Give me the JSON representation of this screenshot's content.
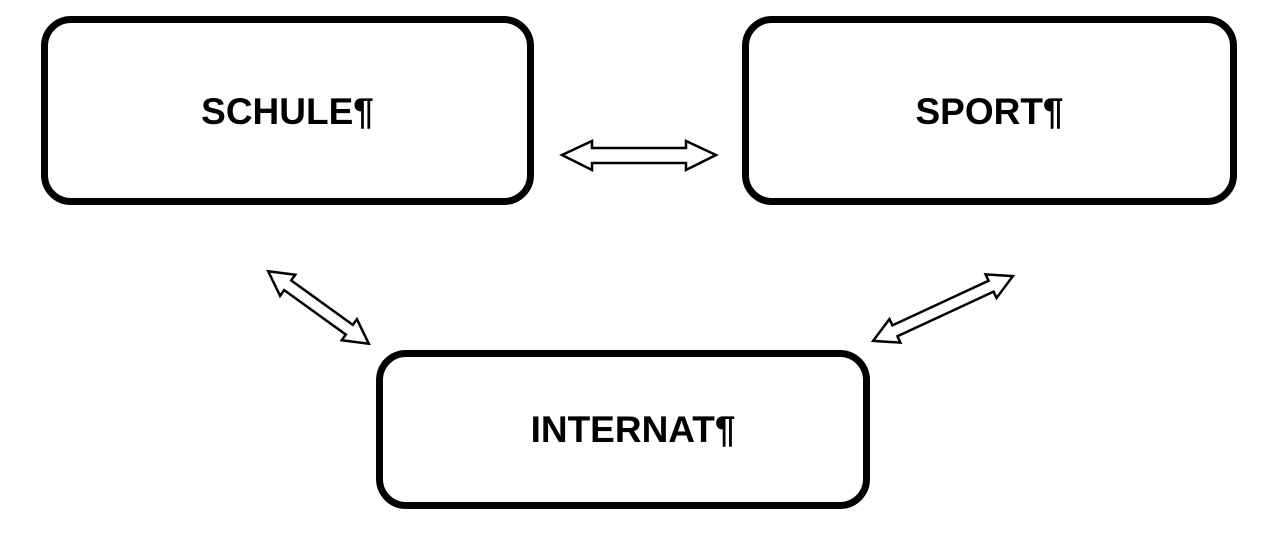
{
  "diagram": {
    "nodes": [
      {
        "id": "schule",
        "label": "SCHULE¶"
      },
      {
        "id": "sport",
        "label": "SPORT¶"
      },
      {
        "id": "internat",
        "label": "INTERNAT¶"
      }
    ],
    "edges": [
      {
        "from": "schule",
        "to": "sport",
        "type": "bidirectional-arrow"
      },
      {
        "from": "schule",
        "to": "internat",
        "type": "bidirectional-arrow"
      },
      {
        "from": "sport",
        "to": "internat",
        "type": "bidirectional-arrow"
      }
    ],
    "colors": {
      "stroke": "#000000",
      "fill": "#ffffff"
    }
  }
}
